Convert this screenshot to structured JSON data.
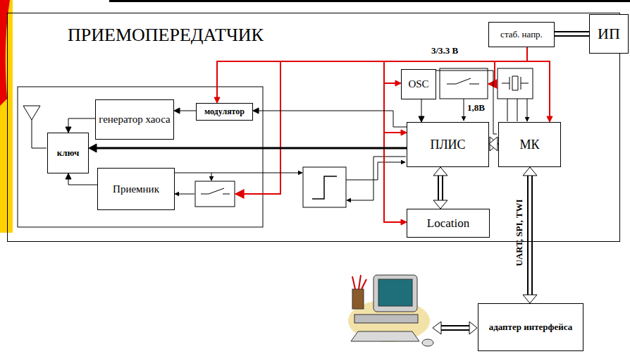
{
  "diagram": {
    "nodes": [
      {
        "text": [
          "ПРИЕМОПЕРЕДАТЧИК"
        ]
      },
      {
        "text": [
          "стаб. напр."
        ],
        "in": 0
      },
      {
        "text": [
          "ИП"
        ]
      },
      {
        "text": [
          "генератор хаоса"
        ],
        "in": 0
      },
      {
        "text": [
          "модулятор"
        ],
        "in": 0
      },
      {
        "text": [
          "ключ"
        ],
        "in": 0
      },
      {
        "text": [
          "Приемник"
        ],
        "in": 0
      },
      {
        "text": [
          "OSC"
        ],
        "in": 0
      },
      {
        "text": [
          "ПЛИС"
        ],
        "in": 0
      },
      {
        "text": [
          "МК"
        ],
        "in": 0
      },
      {
        "text": [
          "Location"
        ],
        "in": 0
      },
      {
        "text": [
          "адаптер интерфейса"
        ]
      }
    ],
    "edges": [
      {
        "from": 2,
        "to": 1,
        "arrow": "to"
      },
      {
        "from": 1,
        "to": 4,
        "arrow": "to"
      },
      {
        "from": 1,
        "to": 7,
        "arrow": "to"
      },
      {
        "from": 1,
        "to": 8,
        "arrow": "to"
      },
      {
        "from": 1,
        "to": 10,
        "arrow": "to"
      },
      {
        "from": 1,
        "to": 9,
        "arrow": "to"
      },
      {
        "from": 4,
        "to": 3,
        "arrow": "to"
      },
      {
        "from": 3,
        "to": 5,
        "arrow": "to"
      },
      {
        "from": 6,
        "to": 5,
        "arrow": "to"
      },
      {
        "from": 8,
        "to": 5,
        "arrow": "to"
      },
      {
        "from": 8,
        "to": 4,
        "arrow": "to"
      },
      {
        "from": 7,
        "to": 8,
        "arrow": "to"
      },
      {
        "from": 8,
        "to": 9,
        "arrow": "both"
      },
      {
        "from": 8,
        "to": 10,
        "arrow": "both"
      },
      {
        "from": 9,
        "to": 11,
        "arrow": "both"
      }
    ],
    "labels": [
      "3/3.3 В",
      "1,8В",
      "UART, SPI, TWI"
    ]
  }
}
